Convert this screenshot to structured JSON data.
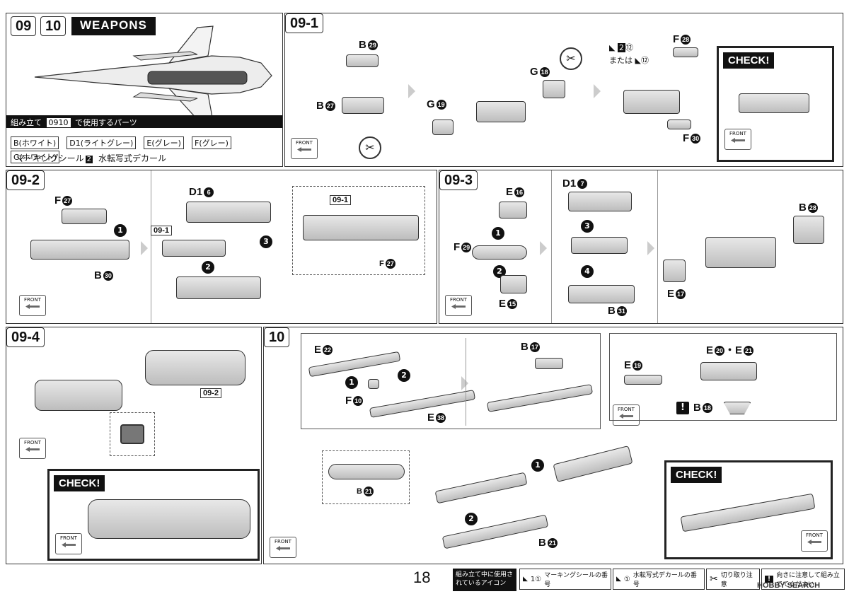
{
  "header": {
    "steps": [
      "09",
      "10"
    ],
    "title": "WEAPONS",
    "parts_caption_pre": "組み立て",
    "parts_caption_steps": "0910",
    "parts_caption_post": "で使用するパーツ"
  },
  "runners": [
    "B(ホワイト)",
    "D1(ライトグレー)",
    "E(グレー)",
    "F(グレー)",
    "G(ホワイト)"
  ],
  "marking": {
    "seal": "マーキングシール",
    "seal_no": "2",
    "decal": "水転写式デカール"
  },
  "step09_1": {
    "label": "09-1",
    "parts": [
      "B",
      "29",
      "B",
      "27",
      "G",
      "18",
      "G",
      "19",
      "F",
      "28",
      "F",
      "30"
    ],
    "mark_text": "2",
    "mark_num": "⑫",
    "or_text": "または",
    "or_num": "⑫"
  },
  "step09_2": {
    "label": "09-2",
    "parts": [
      "F",
      "27",
      "B",
      "30",
      "D1",
      "6",
      "09-1",
      "09-1",
      "F",
      "27"
    ]
  },
  "step09_3": {
    "label": "09-3",
    "parts": [
      "E",
      "16",
      "F",
      "29",
      "E",
      "15",
      "D1",
      "7",
      "B",
      "31",
      "B",
      "28",
      "E",
      "17"
    ]
  },
  "step09_4": {
    "label": "09-4",
    "ref": "09-2"
  },
  "step10": {
    "label": "10",
    "parts": [
      "E",
      "22",
      "F",
      "10",
      "E",
      "38",
      "B",
      "17",
      "E",
      "19",
      "E",
      "20",
      "E",
      "21",
      "B",
      "18",
      "B",
      "21",
      "B",
      "21"
    ],
    "dot": "・"
  },
  "check": "CHECK!",
  "front": "FRONT",
  "footer": {
    "page": "18",
    "icons_title": "組み立て中に使用されているアイコン",
    "seal_desc": "マーキングシールの番号",
    "decal_desc": "水転写式デカールの番号",
    "cut_desc": "切り取り注意",
    "direction_desc": "向きに注意して組み立ててください",
    "watermark": "HOBBY SEARCH",
    "seal_icon_label": "1①",
    "decal_icon_label": "①"
  }
}
